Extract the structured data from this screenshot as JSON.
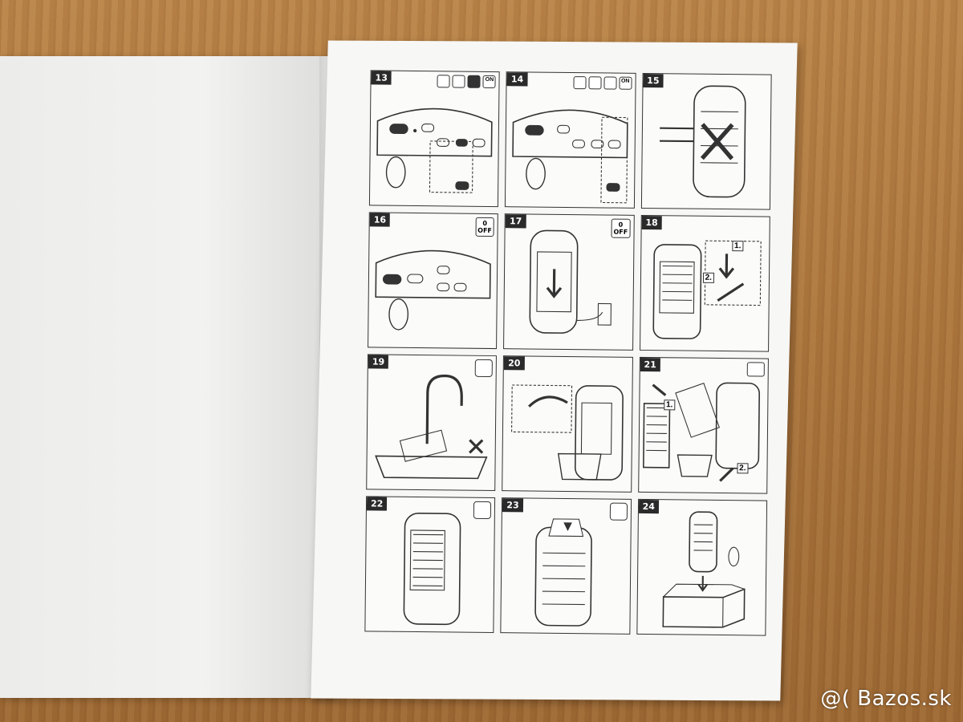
{
  "panels": [
    {
      "n": "13",
      "icons": [
        "light-icon",
        "swing-icon",
        "fan-icon",
        "speed-icon"
      ],
      "badge_top": "",
      "badge_bottom": "ON"
    },
    {
      "n": "14",
      "icons": [
        "light-icon",
        "swing-icon",
        "timer-icon",
        "speed-icon"
      ],
      "badge_top": "",
      "badge_bottom": "ON"
    },
    {
      "n": "15"
    },
    {
      "n": "16",
      "badge_top": "0",
      "badge_bottom": "OFF"
    },
    {
      "n": "17",
      "badge_top": "0",
      "badge_bottom": "OFF"
    },
    {
      "n": "18",
      "step1": "1.",
      "step2": "2."
    },
    {
      "n": "19"
    },
    {
      "n": "20"
    },
    {
      "n": "21",
      "step1": "1.",
      "step2": "2."
    },
    {
      "n": "22"
    },
    {
      "n": "23"
    },
    {
      "n": "24"
    }
  ],
  "watermark": "@( Bazos.sk",
  "colors": {
    "ink": "#333333",
    "paper": "#f7f7f5",
    "table": "#b07a42"
  }
}
